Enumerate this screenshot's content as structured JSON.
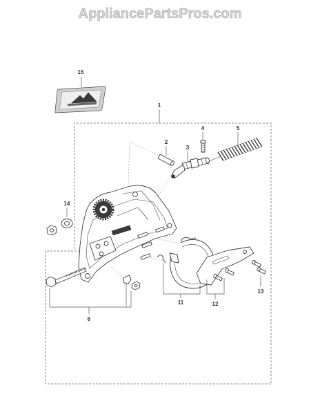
{
  "watermark": "AppliancePartsPros.com",
  "callouts": [
    "15",
    "1",
    "2",
    "3",
    "4",
    "5",
    "14",
    "6",
    "11",
    "12",
    "13"
  ]
}
